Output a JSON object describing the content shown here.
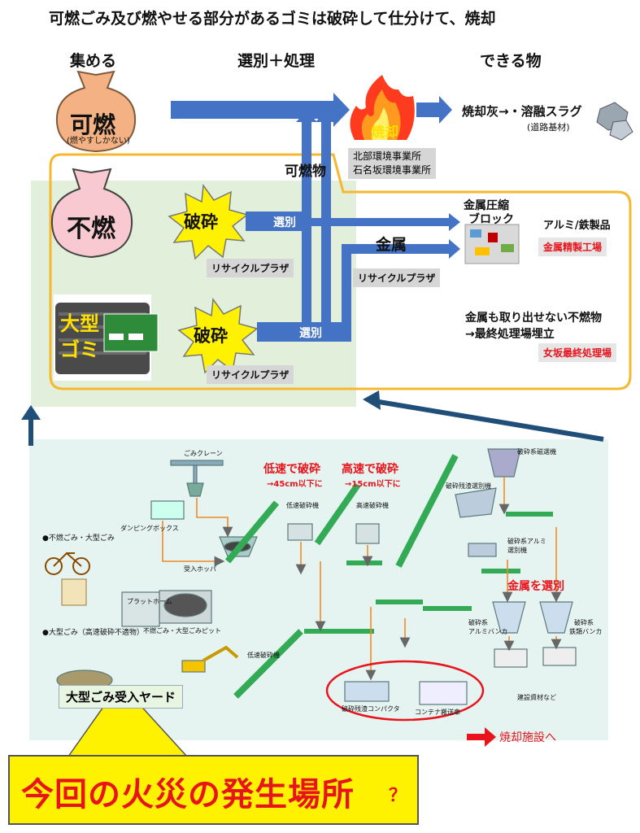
{
  "title": "可燃ごみ及び燃やせる部分があるゴミは破砕して仕分けて、焼却",
  "columns": {
    "collect": "集める",
    "process": "選別＋処理",
    "output": "できる物"
  },
  "bags": {
    "burnable": {
      "label": "可燃",
      "sub": "(燃やすしかない)"
    },
    "nonburnable": {
      "label": "不燃"
    },
    "bulky": {
      "label1": "大型",
      "label2": "ゴミ"
    }
  },
  "incinerate": {
    "label": "焼却",
    "sites": [
      "北部環境事業所",
      "石名坂環境事業所"
    ]
  },
  "outputs": {
    "ash": "焼却灰→・溶融スラグ",
    "ash_sub": "(道路基材)",
    "metal_block1": "金属圧縮",
    "metal_block2": "ブロック",
    "alu_iron": "アルミ/鉄製品",
    "metal_factory": "金属精製工場",
    "residue1": "金属も取り出せない不燃物",
    "residue2": "→最終処理場埋立",
    "landfill": "女坂最終処理場"
  },
  "process": {
    "crush1": "破砕",
    "crush2": "破砕",
    "sort1": "選別",
    "sort2": "選別",
    "burnables": "可燃物",
    "metal": "金属",
    "plaza1": "リサイクルプラザ",
    "plaza2": "リサイクルプラザ",
    "plaza3": "リサイクルプラザ"
  },
  "plant": {
    "low_speed": "低速で破砕",
    "low_speed_sub": "→45cm以下に",
    "high_speed": "高速で破砕",
    "high_speed_sub": "→15cm以下に",
    "metal_sort": "金属を選別",
    "yard": "大型ごみ受入ヤード",
    "to_incinerator": "焼却施設へ",
    "small": {
      "crane": "ごみクレーン",
      "nonburn_row": "●不燃ごみ・大型ごみ",
      "dumping": "ダンピングボックス",
      "hopper": "受入ホッパ",
      "platform": "プラットホーム",
      "pit": "不燃ごみ・大型ごみピット",
      "bulky_row": "●大型ごみ（高速破砕不適物）",
      "low_crusher": "低速破砕機",
      "high_crusher": "高速破砕機",
      "low_crusher2": "低速破砕機",
      "magnet": "破砕系磁選機",
      "residue_sort": "破砕残渣選別機",
      "alu_sort1": "破砕系アルミ",
      "alu_sort2": "選別機",
      "alu_bunker1": "破砕系",
      "alu_bunker2": "アルミバンカ",
      "iron_bunker1": "破砕系",
      "iron_bunker2": "鉄類バンカ",
      "compactor": "破砕残渣コンパクタ",
      "container": "コンテナ搬送車",
      "materials": "建設資材など"
    }
  },
  "callout": {
    "main": "今回の火災の発生場所",
    "q": "？"
  },
  "colors": {
    "arrow": "#4472c4",
    "orange": "#f5b82e",
    "red": "#e8141c",
    "green_bg": "#e2efda",
    "plant_bg": "#e6f4f1"
  }
}
